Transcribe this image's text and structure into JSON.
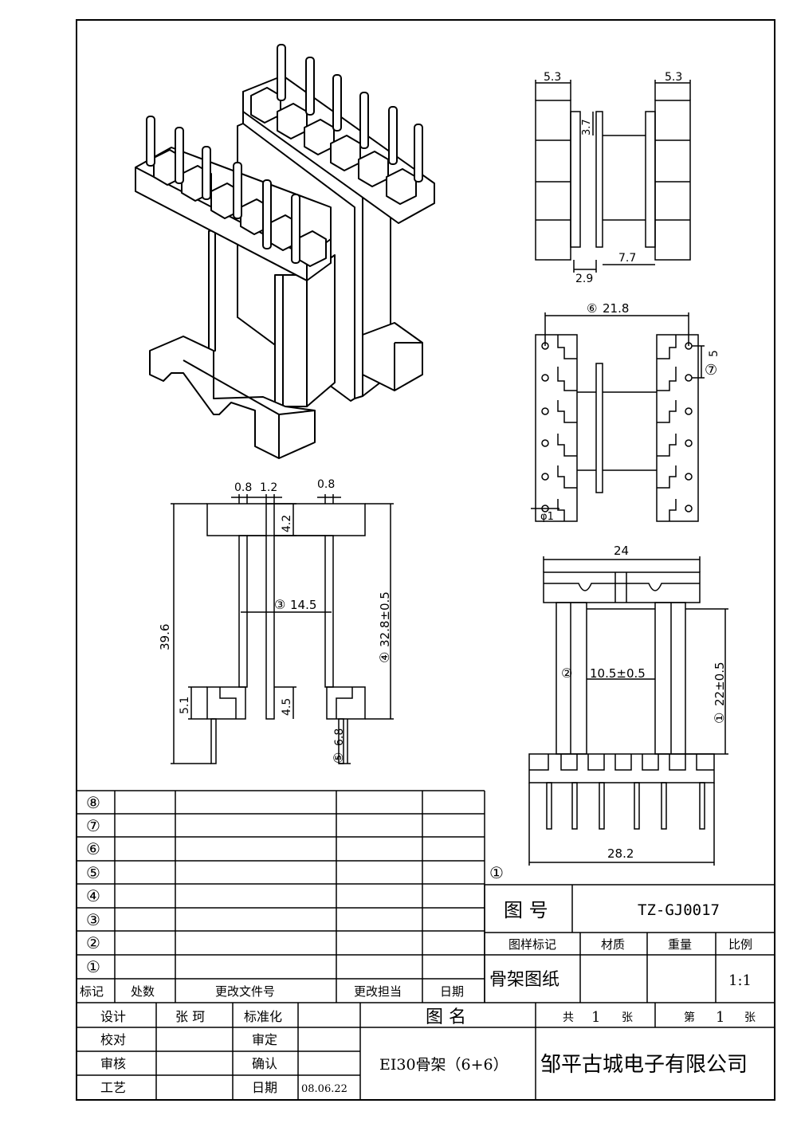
{
  "dimensions": {
    "top_left_width": "5.3",
    "top_right_width": "5.3",
    "flange_gap": "3.7",
    "gap_2_9": "2.9",
    "core_7_7": "7.7",
    "pin_span": "21.8",
    "pin_span_marker": "⑥",
    "pin_pitch": "5",
    "pin_pitch_marker": "⑦",
    "pin_dia": "φ1",
    "front_0_8a": "0.8",
    "front_1_2": "1.2",
    "front_0_8b": "0.8",
    "front_4_2": "4.2",
    "front_14_5": "14.5",
    "front_14_5_marker": "③",
    "front_32_8": "32.8±0.5",
    "front_32_8_marker": "④",
    "front_39_6": "39.6",
    "front_5_1": "5.1",
    "front_4_5": "4.5",
    "front_6_8": "6.8",
    "front_6_8_marker": "⑤",
    "side_24": "24",
    "side_10_5": "10.5±0.5",
    "side_10_5_marker": "②",
    "side_22": "22±0.5",
    "side_22_marker": "①",
    "side_28_2": "28.2"
  },
  "revision": {
    "markers": [
      "⑧",
      "⑦",
      "⑥",
      "⑤",
      "④",
      "③",
      "②",
      "①"
    ],
    "col_mark": "标记",
    "col_count": "处数",
    "col_doc": "更改文件号",
    "col_sign": "更改担当",
    "col_date": "日期"
  },
  "title_block": {
    "loose_marker": "①",
    "drawing_no_label": "图 号",
    "drawing_no": "TZ-GJ0017",
    "sample_mark_label": "图样标记",
    "material_label": "材质",
    "weight_label": "重量",
    "scale_label": "比例",
    "doc_type": "骨架图纸",
    "scale": "1:1",
    "design_label": "设计",
    "designer": "张 珂",
    "standard_label": "标准化",
    "drawing_name_label": "图 名",
    "total_label": "共",
    "total_count": "1",
    "sheet_unit": "张",
    "page_label": "第",
    "page_no": "1",
    "page_unit": "张",
    "check_label": "校对",
    "approve_label": "审定",
    "review_label": "审核",
    "confirm_label": "确认",
    "process_label": "工艺",
    "date_label": "日期",
    "date_value": "08.06.22",
    "part_name": "EI30骨架（6+6）",
    "company": "邹平古城电子有限公司"
  }
}
